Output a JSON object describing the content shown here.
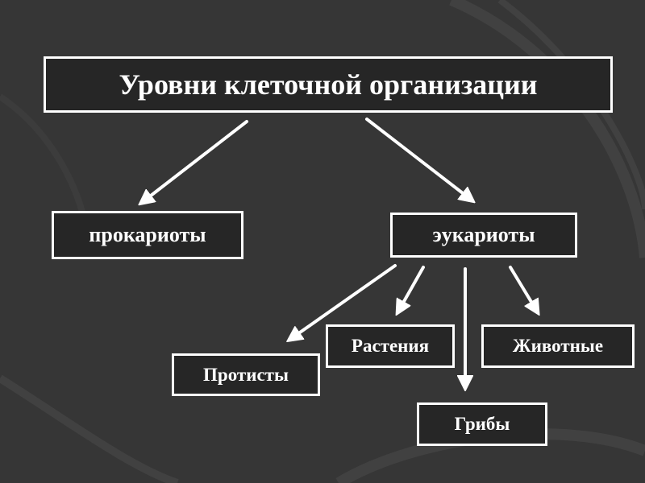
{
  "diagram": {
    "root": "Уровни клеточной организации",
    "prokaryotes": "прокариоты",
    "eukaryotes": "эукариоты",
    "protists": "Протисты",
    "plants": "Растения",
    "animals": "Животные",
    "fungi": "Грибы"
  },
  "colors": {
    "background": "#363636",
    "box_fill": "#262626",
    "line": "#ffffff"
  }
}
